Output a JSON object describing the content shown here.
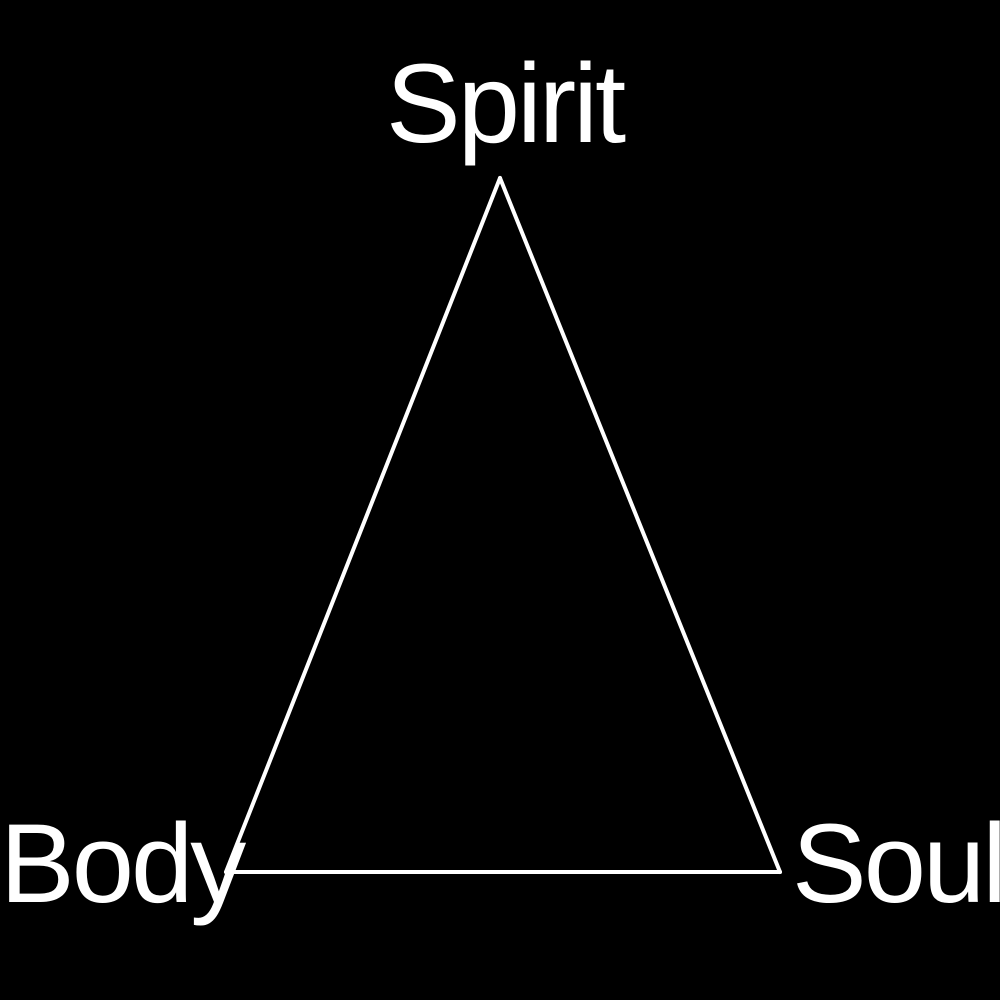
{
  "diagram": {
    "nodes": [
      {
        "id": "spirit",
        "label": "Spirit"
      },
      {
        "id": "body",
        "label": "Body"
      },
      {
        "id": "soul",
        "label": "Soul"
      }
    ],
    "edges": [
      {
        "from": "spirit",
        "to": "body"
      },
      {
        "from": "body",
        "to": "soul"
      },
      {
        "from": "soul",
        "to": "spirit"
      }
    ]
  },
  "colors": {
    "background": "#000000",
    "line": "#ffffff",
    "text": "#ffffff"
  }
}
